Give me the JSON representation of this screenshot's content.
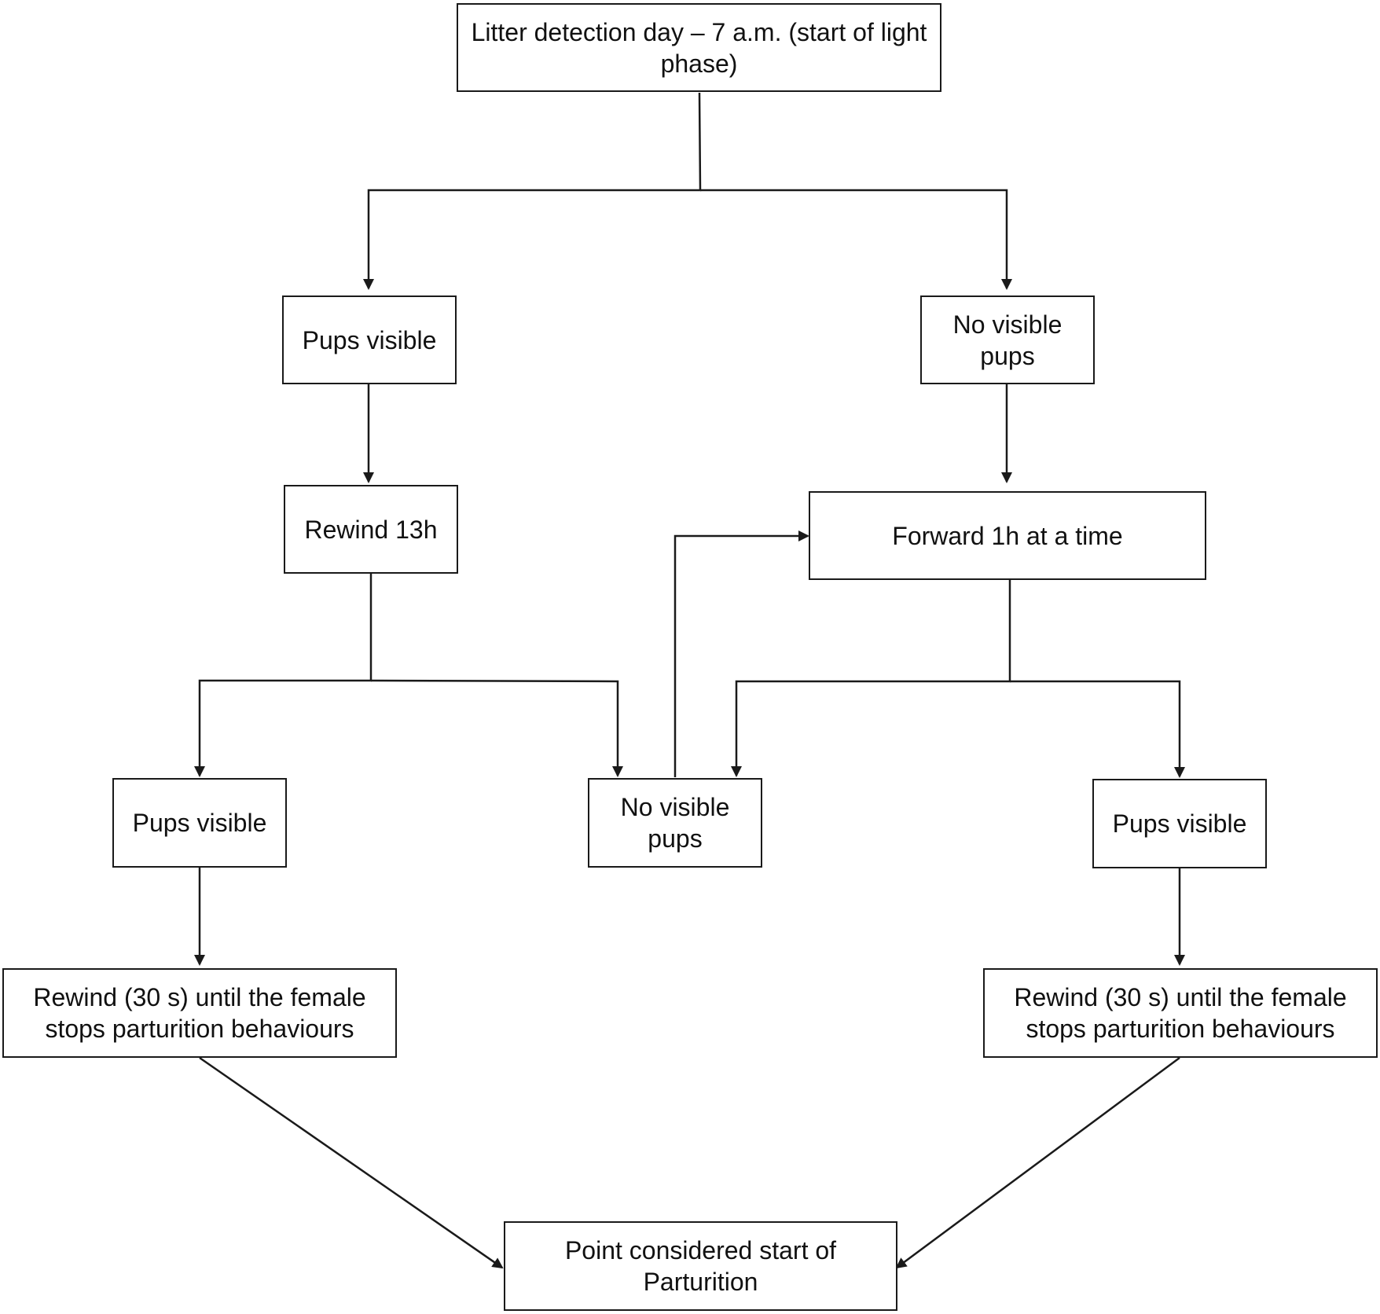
{
  "diagram": {
    "type": "flowchart",
    "nodes": {
      "start": "Litter detection day – 7 a.m. (start of light phase)",
      "pups_visible_1": "Pups visible",
      "no_visible_pups_1": "No visible pups",
      "rewind_13h": "Rewind 13h",
      "forward_1h": "Forward 1h at a time",
      "pups_visible_2": "Pups visible",
      "no_visible_pups_2": "No visible pups",
      "pups_visible_3": "Pups visible",
      "rewind_30s_left": "Rewind (30 s) until the female stops parturition behaviours",
      "rewind_30s_right": "Rewind (30 s) until the female stops parturition behaviours",
      "end": "Point considered start of Parturition"
    },
    "edges": [
      {
        "from": "start",
        "to": "pups_visible_1"
      },
      {
        "from": "start",
        "to": "no_visible_pups_1"
      },
      {
        "from": "pups_visible_1",
        "to": "rewind_13h"
      },
      {
        "from": "no_visible_pups_1",
        "to": "forward_1h"
      },
      {
        "from": "rewind_13h",
        "to": "pups_visible_2"
      },
      {
        "from": "rewind_13h",
        "to": "no_visible_pups_2"
      },
      {
        "from": "forward_1h",
        "to": "no_visible_pups_2"
      },
      {
        "from": "forward_1h",
        "to": "pups_visible_3"
      },
      {
        "from": "no_visible_pups_2",
        "to": "forward_1h"
      },
      {
        "from": "pups_visible_2",
        "to": "rewind_30s_left"
      },
      {
        "from": "pups_visible_3",
        "to": "rewind_30s_right"
      },
      {
        "from": "rewind_30s_left",
        "to": "end"
      },
      {
        "from": "rewind_30s_right",
        "to": "end"
      }
    ],
    "colors": {
      "stroke": "#1a1a1a",
      "text": "#111111",
      "background": "#ffffff"
    }
  }
}
